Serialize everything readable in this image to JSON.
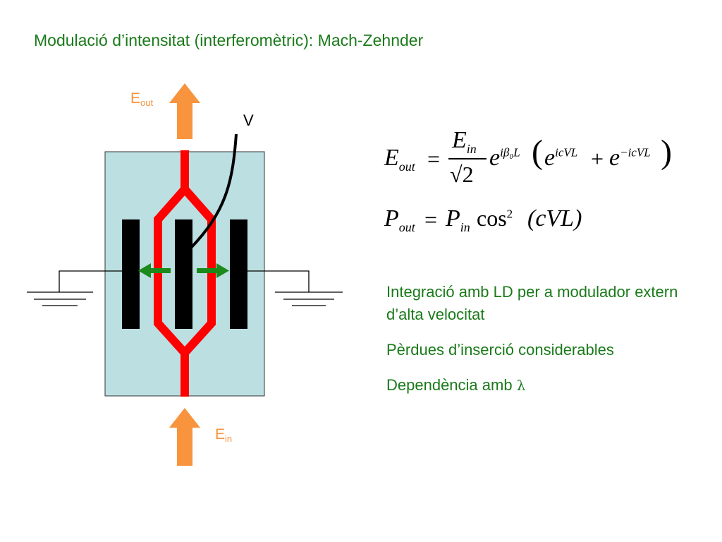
{
  "title": "Modulació d’intensitat (interferomètric): Mach-Zehnder",
  "labels": {
    "e_out_main": "E",
    "e_out_sub": "out",
    "e_in_main": "E",
    "e_in_sub": "in",
    "voltage": "V"
  },
  "equations": {
    "eq1": {
      "lhs": "E",
      "lhs_sub": "out",
      "equals": "=",
      "num": "E",
      "num_sub": "in",
      "den": "√2",
      "phase": "e",
      "phase_sup": "iβ₀L",
      "open_paren": "(",
      "term1": "e",
      "term1_sup": "icVL",
      "plus": "+",
      "term2": "e",
      "term2_sup": "−icVL",
      "close_paren": ")"
    },
    "eq2": {
      "lhs": "P",
      "lhs_sub": "out",
      "equals": "=",
      "rhs": "P",
      "rhs_sub": "in",
      "func": "cos",
      "func_sup": "2",
      "arg": "(cVL)"
    }
  },
  "bullets": {
    "item1": "Integració amb LD per a modulador extern d’alta velocitat",
    "item2": "Pèrdues d’inserció considerables",
    "item3_text": "Dependència amb ",
    "item3_symbol": "λ"
  },
  "colors": {
    "title_text": "#1a7a1a",
    "arrow": "#f7943d",
    "substrate": "#bcdfe2",
    "waveguide": "#ff0000",
    "electrode": "#000000",
    "field_arrow": "#1b8a1b"
  }
}
